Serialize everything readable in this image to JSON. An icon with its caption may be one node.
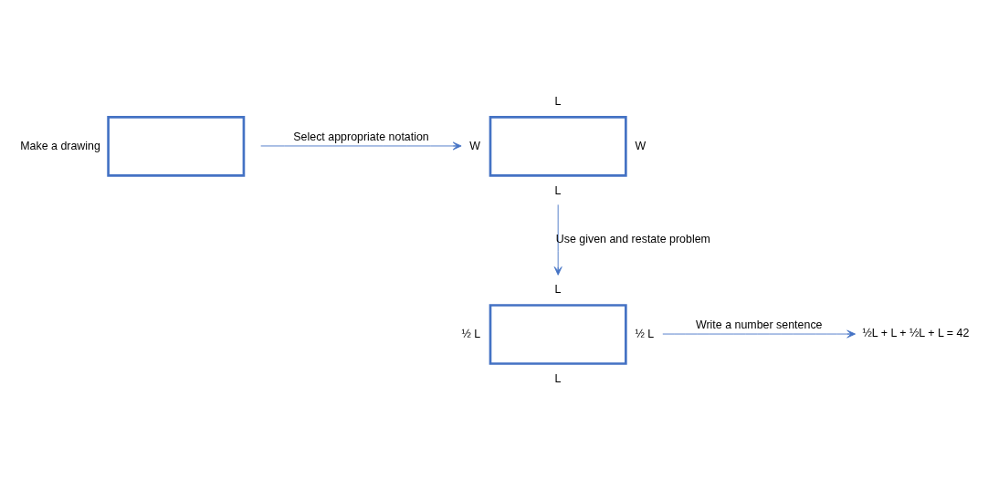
{
  "diagram": {
    "nodes": [
      {
        "text": [],
        "shape": "box",
        "beside": [
          "Make a drawing"
        ]
      },
      {
        "text": [],
        "shape": "box",
        "beside": [
          "L",
          "W",
          "W",
          "L"
        ]
      },
      {
        "text": [],
        "shape": "box",
        "beside": [
          "L",
          "½ L",
          "½ L",
          "L"
        ]
      },
      {
        "text": [
          "½L + L + ½L + L = 42"
        ]
      }
    ],
    "edges": [
      {
        "from": 0,
        "to": 1,
        "arrow": "to",
        "label": "Select appropriate notation"
      },
      {
        "from": 1,
        "to": 2,
        "arrow": "to",
        "label": "Use given and restate problem"
      },
      {
        "from": 2,
        "to": 3,
        "arrow": "to",
        "label": "Write a number sentence"
      }
    ]
  }
}
